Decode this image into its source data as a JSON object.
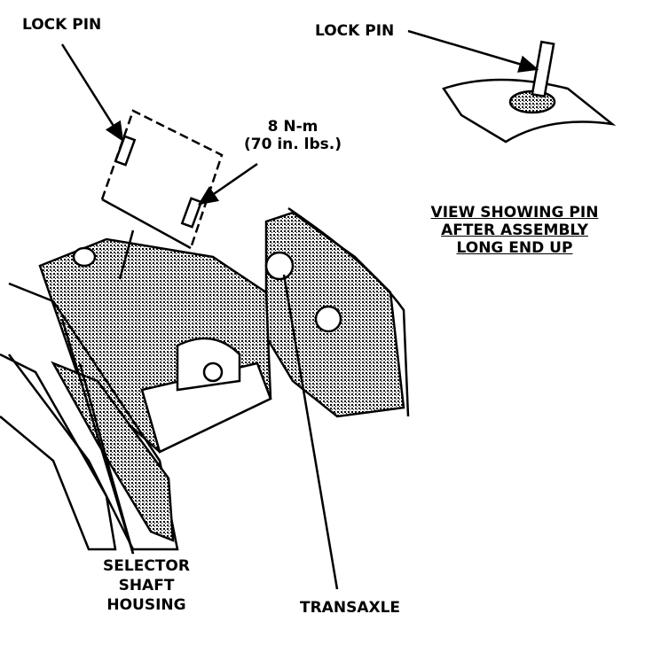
{
  "labels": {
    "lock_pin_left": "LOCK PIN",
    "lock_pin_right": "LOCK PIN",
    "torque_line1": "8 N-m",
    "torque_line2": "(70 in. lbs.)",
    "view_line1": "VIEW SHOWING PIN",
    "view_line2": "AFTER ASSEMBLY",
    "view_line3": "LONG END UP",
    "selector_line1": "SELECTOR",
    "selector_line2": "SHAFT",
    "selector_line3": "HOUSING",
    "transaxle": "TRANSAXLE"
  },
  "colors": {
    "ink": "#000000",
    "shade": "#9a9a9a",
    "paper": "#ffffff"
  }
}
